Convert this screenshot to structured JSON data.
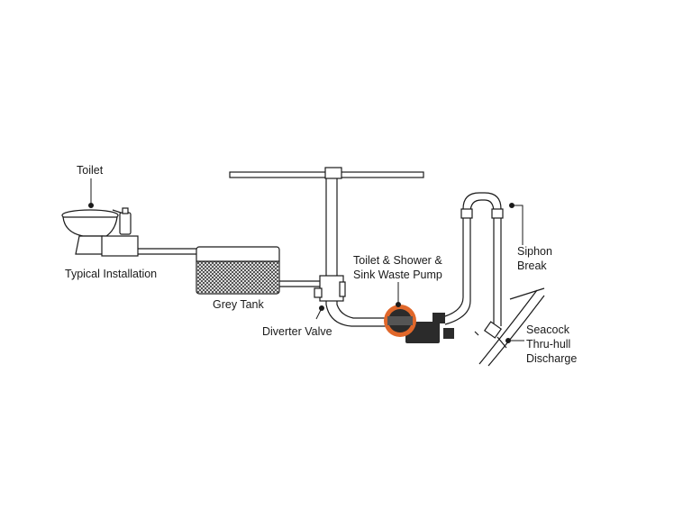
{
  "labels": {
    "toilet": "Toilet",
    "typical_installation": "Typical Installation",
    "grey_tank": "Grey Tank",
    "diverter_valve": "Diverter Valve",
    "pump_line1": "Toilet & Shower &",
    "pump_line2": "Sink Waste Pump",
    "siphon_line1": "Siphon",
    "siphon_line2": "Break",
    "seacock_line1": "Seacock",
    "seacock_line2": "Thru-hull",
    "seacock_line3": "Discharge"
  },
  "colors": {
    "line": "#1a1a1a",
    "pump_accent": "#e0672a",
    "pump_body": "#2b2b2b",
    "tank_mesh": "#333333"
  }
}
